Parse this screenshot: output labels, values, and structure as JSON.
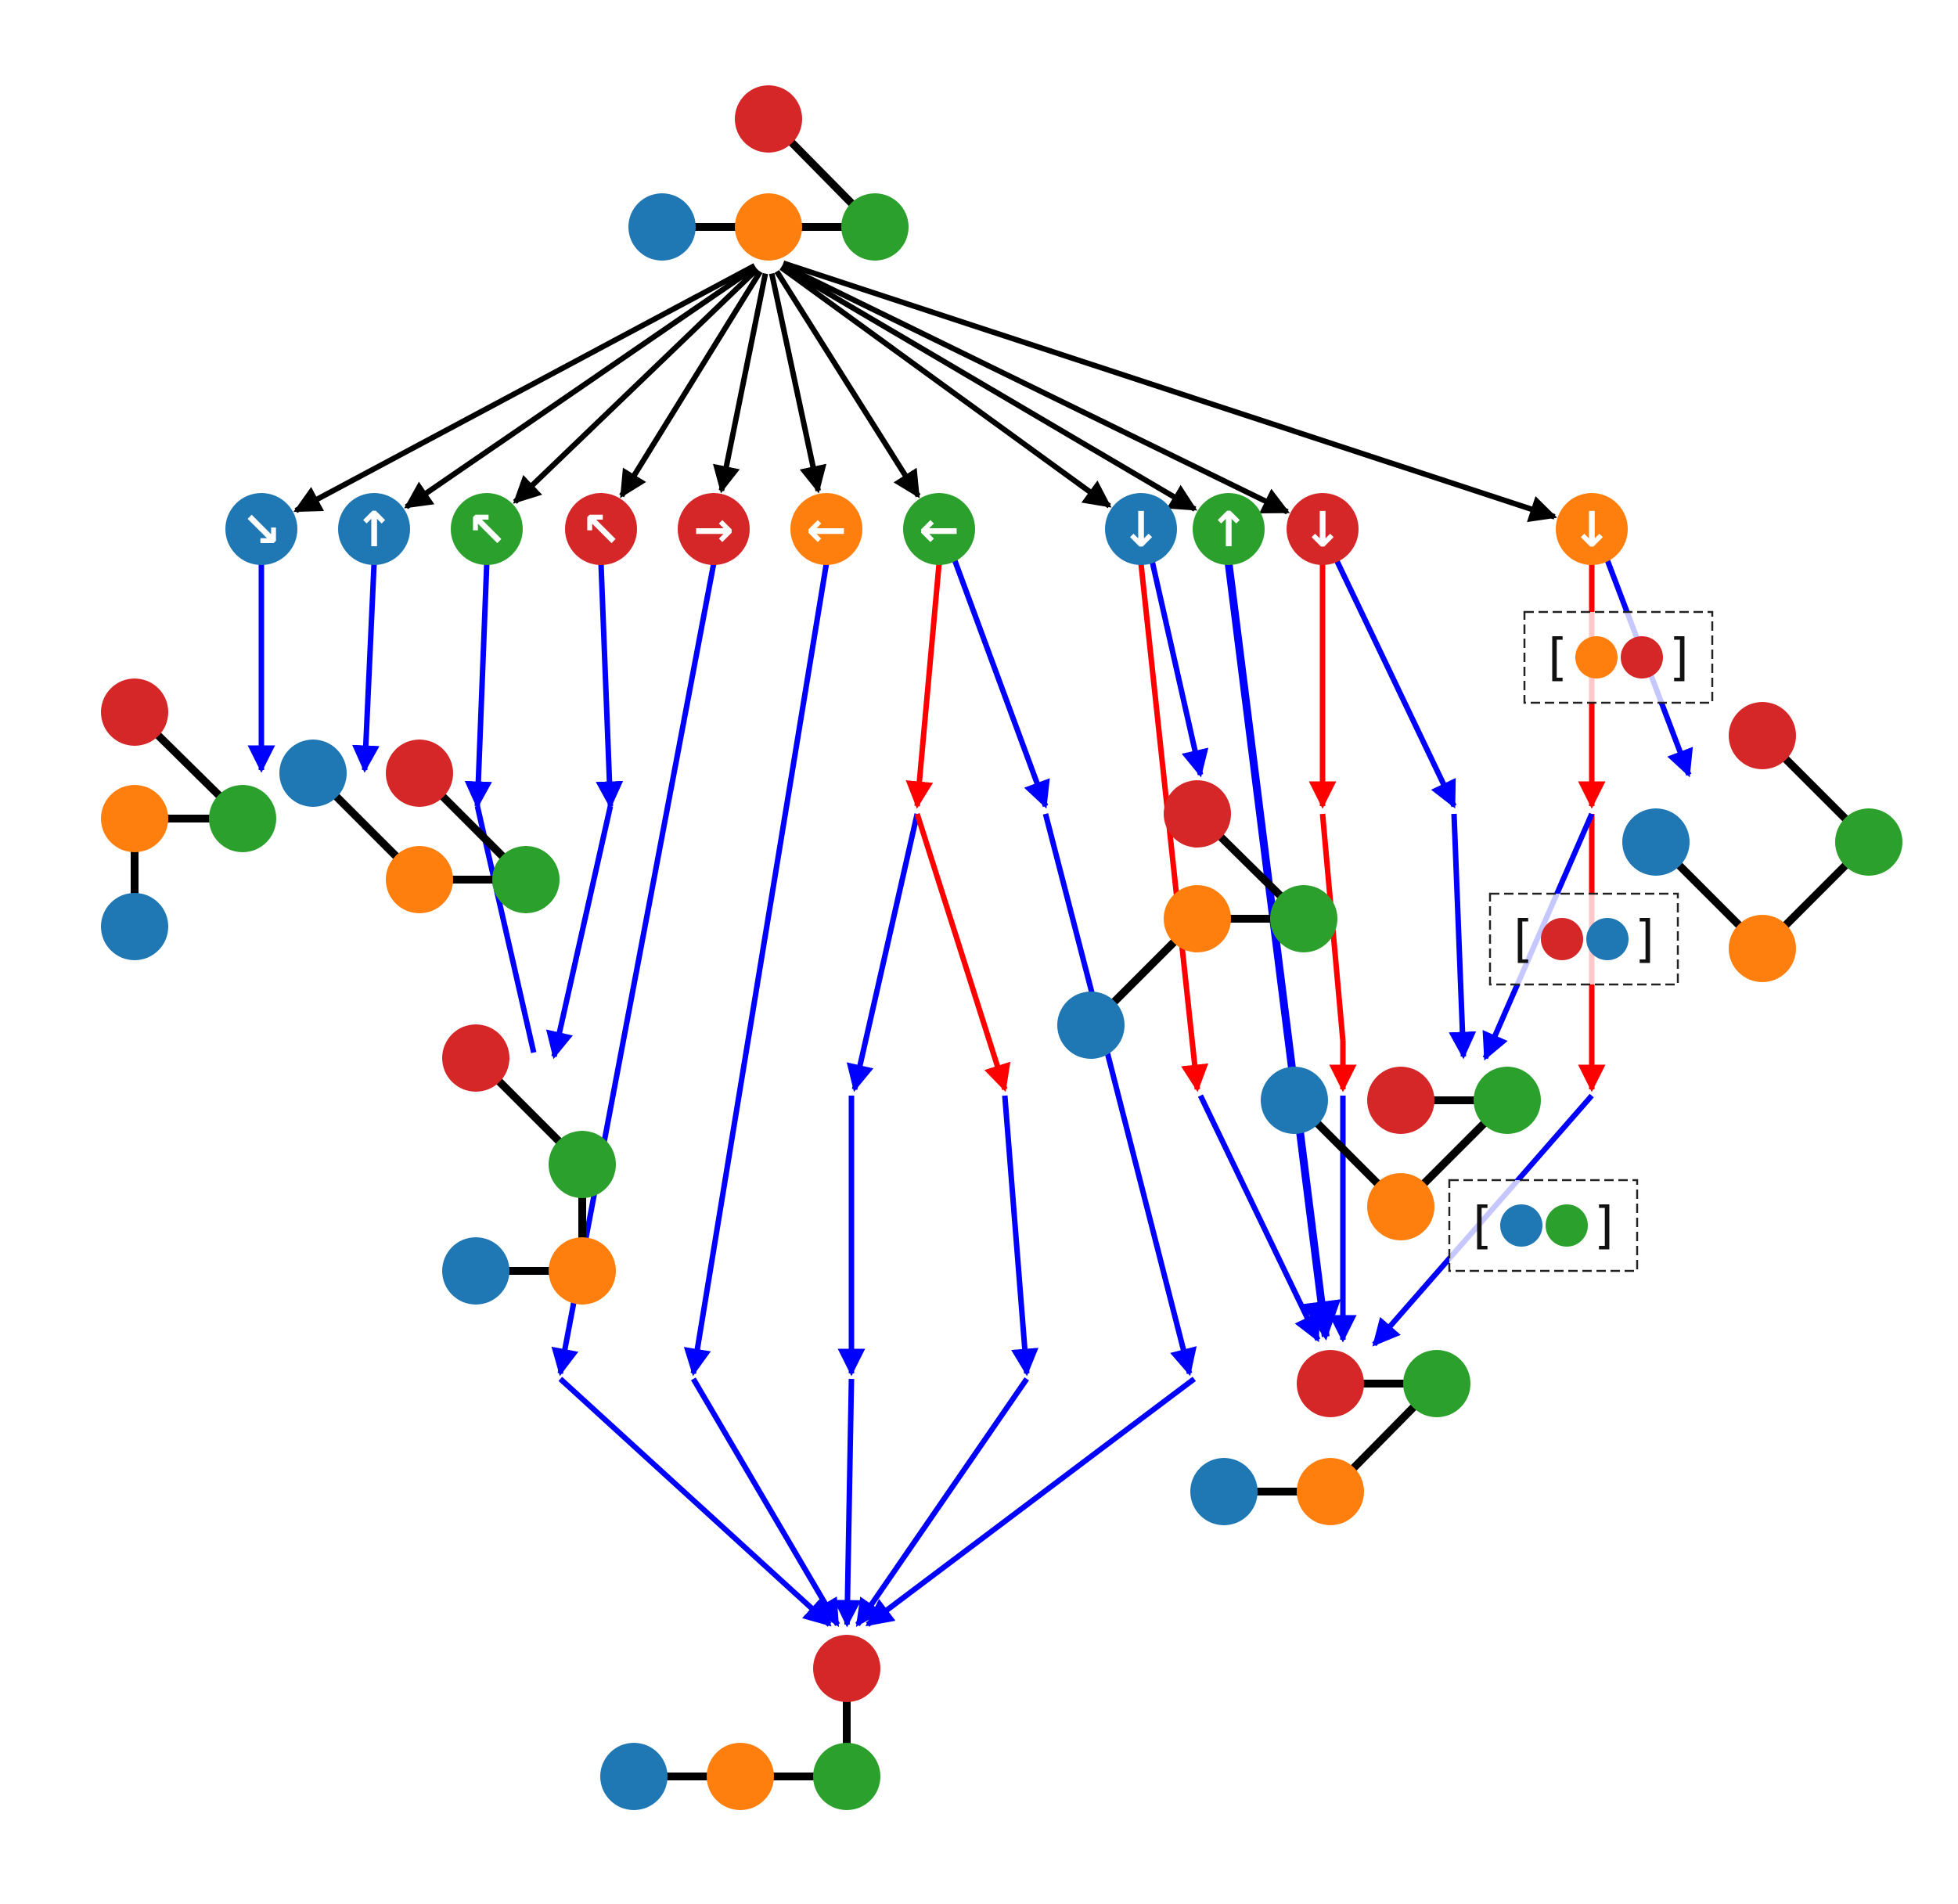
{
  "colors": {
    "red": "#d62728",
    "orange": "#ff7f0e",
    "green": "#2ca02c",
    "blue": "#1f77b4",
    "bond": "#000000",
    "arrow_black": "#000000",
    "arrow_blue": "#0000ff",
    "arrow_red": "#ff0000"
  },
  "root_molecule": {
    "atoms": [
      "red",
      "blue",
      "orange",
      "green"
    ]
  },
  "moves": [
    {
      "atom": "blue",
      "glyph": "↘"
    },
    {
      "atom": "blue",
      "glyph": "↑"
    },
    {
      "atom": "green",
      "glyph": "↖"
    },
    {
      "atom": "red",
      "glyph": "↖"
    },
    {
      "atom": "red",
      "glyph": "→"
    },
    {
      "atom": "orange",
      "glyph": "←"
    },
    {
      "atom": "green",
      "glyph": "←"
    },
    {
      "atom": "blue",
      "glyph": "↓"
    },
    {
      "atom": "green",
      "glyph": "↑"
    },
    {
      "atom": "red",
      "glyph": "↓"
    },
    {
      "atom": "orange",
      "glyph": "↓"
    }
  ],
  "brackets": [
    {
      "atoms": [
        "orange",
        "red"
      ],
      "open": "[",
      "close": "]"
    },
    {
      "atoms": [
        "red",
        "blue"
      ],
      "open": "[",
      "close": "]"
    },
    {
      "atoms": [
        "blue",
        "green"
      ],
      "open": "[",
      "close": "]"
    }
  ]
}
